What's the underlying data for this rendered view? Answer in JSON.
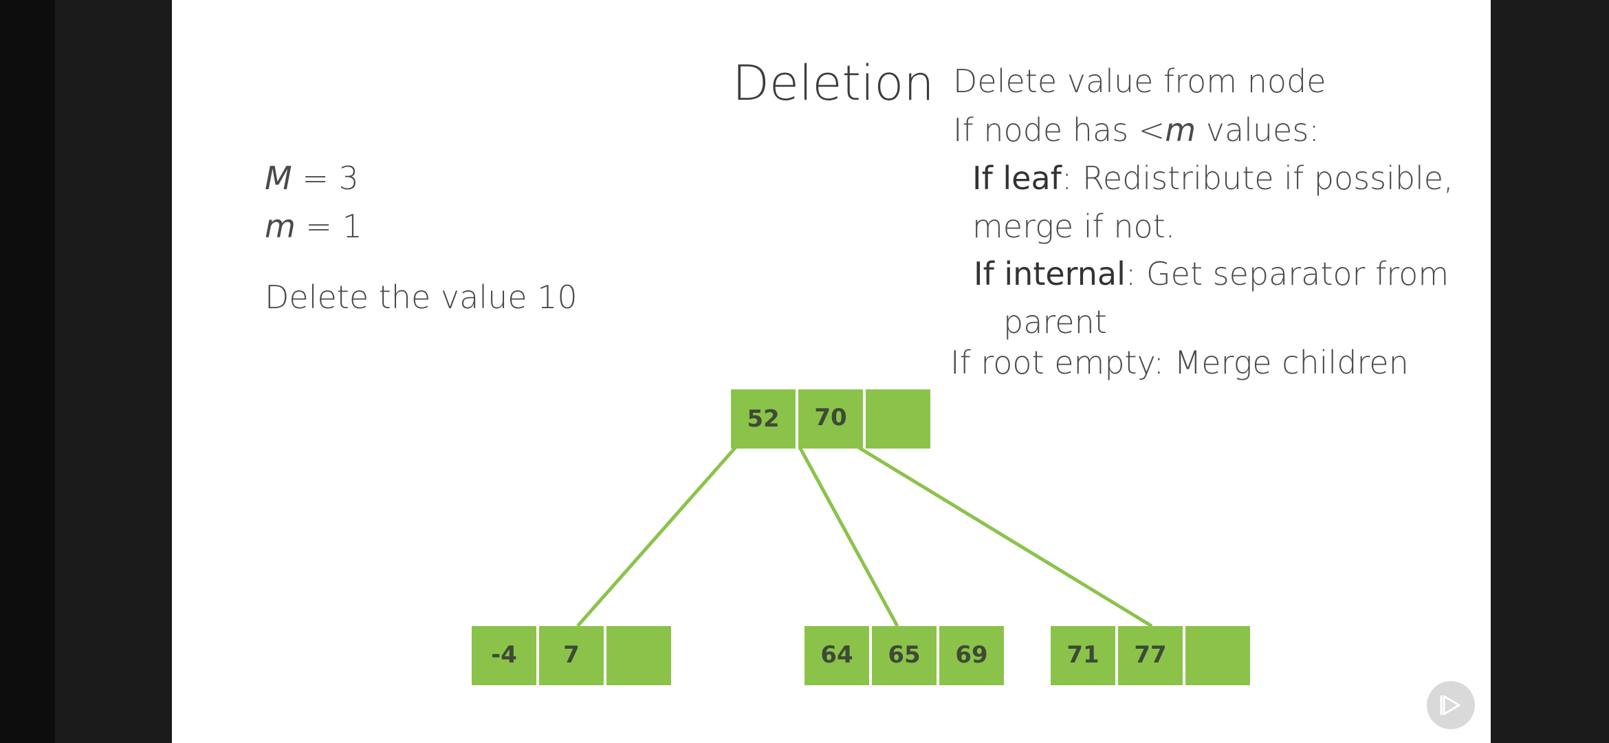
{
  "slide": {
    "title": "Deletion",
    "left_text": {
      "max_label": "M",
      "max_value": " = 3",
      "min_label": "m",
      "min_value": " = 1",
      "task": "Delete the value 10"
    },
    "rules": {
      "line1": "Delete value from node",
      "line2_pre": "If node has <",
      "line2_var": "m",
      "line2_post": " values:",
      "line3_strong": "If leaf",
      "line3_rest": ": Redistribute if possible,",
      "line4": "merge if not.",
      "line5_strong": "If internal",
      "line5_rest": ": Get separator from",
      "line6": "parent",
      "line7": "If root empty: Merge children"
    }
  },
  "tree": {
    "node_color": "#8bc34a",
    "edge_color": "#8bc34a",
    "root": {
      "keys": [
        "52",
        "70",
        ""
      ]
    },
    "leaves": [
      {
        "keys": [
          "-4",
          "7",
          ""
        ]
      },
      {
        "keys": [
          "64",
          "65",
          "69"
        ]
      },
      {
        "keys": [
          "71",
          "77",
          ""
        ]
      }
    ]
  },
  "icons": {
    "play": "play-overlay-icon"
  }
}
